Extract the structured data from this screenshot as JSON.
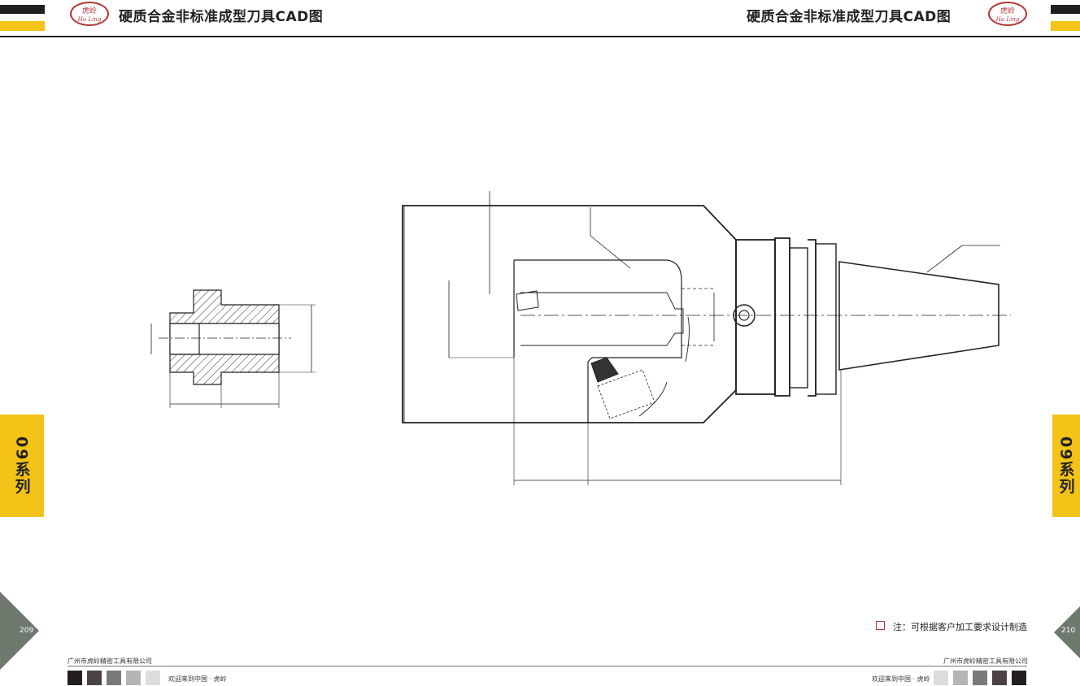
{
  "header": {
    "title_left": "硬质合金非标准成型刀具CAD图",
    "title_right": "硬质合金非标准成型刀具CAD图",
    "logo": {
      "cn": "虎岭",
      "en": "Hu Ling"
    }
  },
  "side_tab": {
    "left": "09系列",
    "right": "09系列"
  },
  "pages": {
    "left": "209",
    "right": "210"
  },
  "note": "注：可根据客户加工要求设计制造",
  "footer": {
    "company_left": "广州市虎岭精密工具有限公司",
    "company_right": "广州市虎岭精密工具有限公司",
    "welcome_left": "欢迎来到中国 · 虎岭",
    "welcome_right": "欢迎来到中国 · 虎岭"
  },
  "colors": {
    "accent_yellow": "#f3c318",
    "dark": "#1e1e1e",
    "logo_red": "#b2373a",
    "swatches_left": [
      "#231f20",
      "#4a4244",
      "#7a7a7a",
      "#b5b5b5",
      "#dcdcdc"
    ],
    "swatches_right": [
      "#dcdcdc",
      "#b5b5b5",
      "#7a7a7a",
      "#4a4244",
      "#231f20"
    ]
  }
}
